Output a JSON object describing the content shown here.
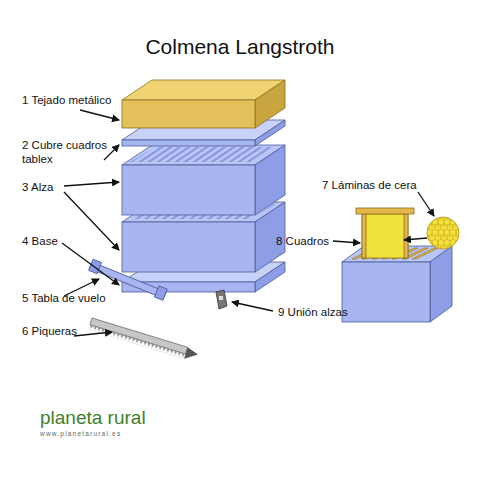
{
  "diagram": {
    "title": "Colmena Langstroth",
    "labels": [
      "1 Tejado metálico",
      "2 Cubre cuadros tablex",
      "3 Alza",
      "4 Base",
      "5 Tabla de vuelo",
      "6 Piqueras",
      "7 Láminas de cera",
      "8 Cuadros",
      "9 Unión alzas",
      "planeta rural",
      "www.planetarural.es"
    ]
  }
}
